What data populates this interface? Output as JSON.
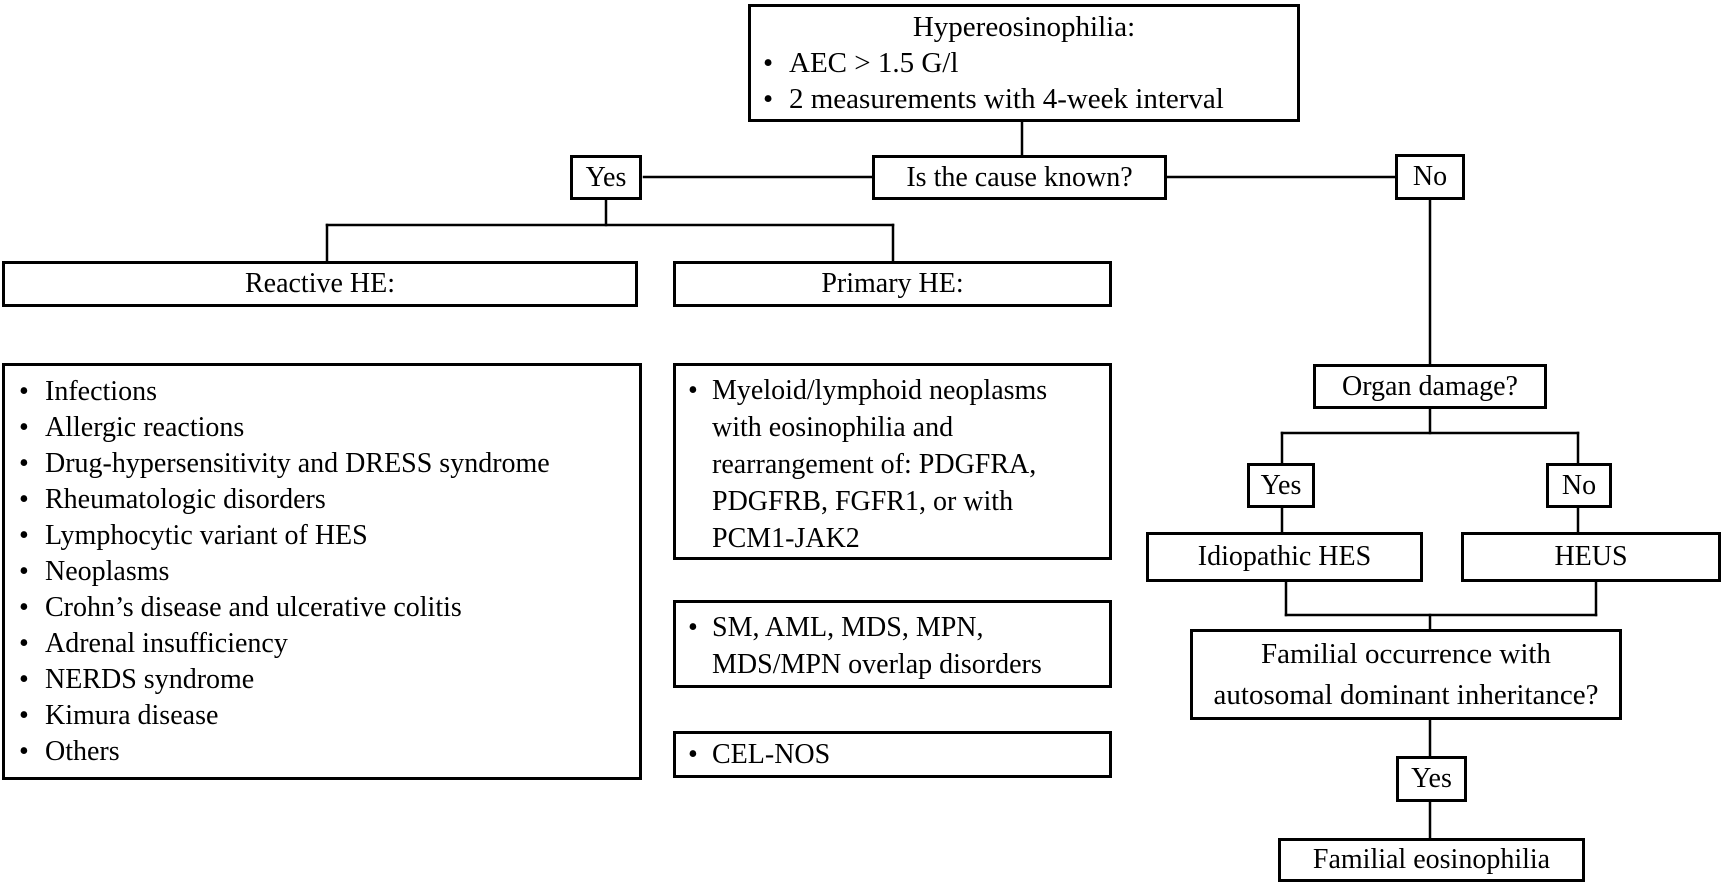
{
  "ui": {
    "bullet": "•",
    "line_color": "#000000",
    "box_bg": "#ffffff"
  },
  "root": {
    "title": "Hypereosinophilia:",
    "bullets": [
      "AEC > 1.5 G/l",
      "2 measurements with 4-week interval"
    ]
  },
  "cause": {
    "question": "Is the cause known?",
    "yes": "Yes",
    "no": "No"
  },
  "reactive": {
    "header": "Reactive HE:",
    "items": [
      "Infections",
      "Allergic reactions",
      "Drug-hypersensitivity and DRESS syndrome",
      "Rheumatologic disorders",
      "Lymphocytic variant of HES",
      "Neoplasms",
      "Crohn’s disease and ulcerative colitis",
      "Adrenal insufficiency",
      "NERDS syndrome",
      "Kimura disease",
      "Others"
    ]
  },
  "primary": {
    "header": "Primary HE:",
    "boxes": [
      {
        "text": "Myeloid/lymphoid neoplasms\nwith eosinophilia and\nrearrangement of: PDGFRA,\nPDGFRB, FGFR1, or with\nPCM1-JAK2"
      },
      {
        "text": "SM, AML, MDS, MPN,\nMDS/MPN overlap disorders"
      },
      {
        "text": "CEL-NOS"
      }
    ]
  },
  "organ": {
    "question": "Organ damage?",
    "yes": "Yes",
    "no": "No",
    "idiopathic": "Idiopathic HES",
    "heus": "HEUS"
  },
  "familial": {
    "question": "Familial occurrence with\nautosomal dominant inheritance?",
    "yes": "Yes",
    "result": "Familial eosinophilia"
  }
}
